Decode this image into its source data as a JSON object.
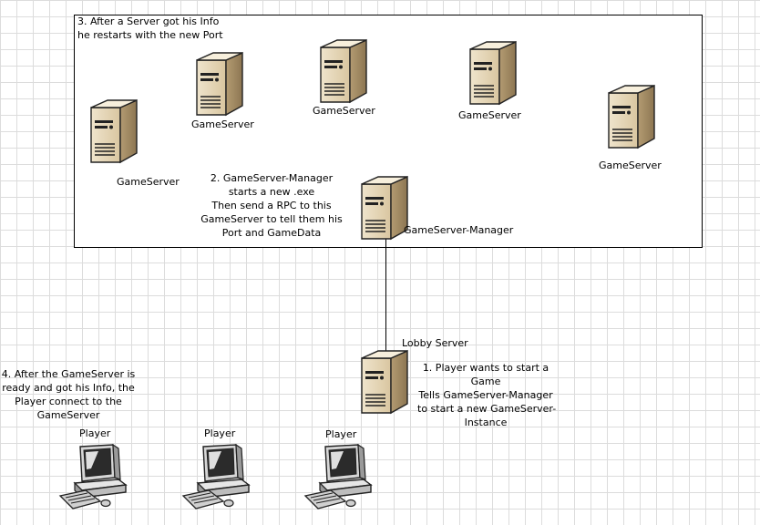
{
  "server_label": "GameServer",
  "manager": {
    "label": "GameServer-Manager"
  },
  "lobby": {
    "label": "Lobby Server"
  },
  "player_label": "Player",
  "notes": {
    "step1": [
      "1. Player wants to start a",
      "Game",
      "Tells GameServer-Manager",
      "to start a new GameServer-",
      "Instance"
    ],
    "step2": [
      "2. GameServer-Manager",
      "starts a new .exe",
      "Then send a RPC to this",
      "GameServer to tell them his",
      "Port and GameData"
    ],
    "step3": [
      "3. After a Server got his Info",
      "he restarts with the new Port"
    ],
    "step4": [
      "4. After the GameServer is",
      "ready and got his Info, the",
      "Player connect to the",
      "GameServer"
    ]
  }
}
